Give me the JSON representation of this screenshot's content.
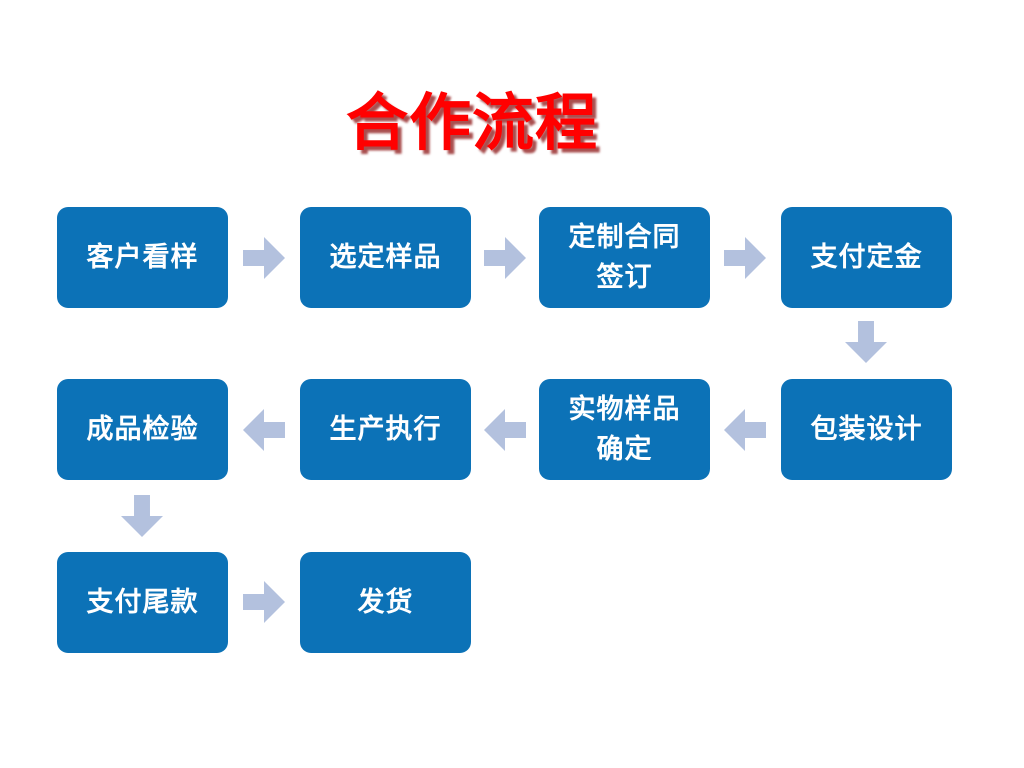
{
  "title": "合作流程",
  "colors": {
    "box_blue": "#0c72b7",
    "arrow_blue": "#b3c1de",
    "title_red": "#ff0000"
  },
  "steps": {
    "customer_sample_viewing": "客户看样",
    "sample_selection": "选定样品",
    "contract_signing": "定制合同\n签订",
    "deposit_payment": "支付定金",
    "packaging_design": "包装设计",
    "physical_sample_confirmation": "实物样品\n确定",
    "production_execution": "生产执行",
    "finished_product_inspection": "成品检验",
    "balance_payment": "支付尾款",
    "shipment": "发货"
  }
}
